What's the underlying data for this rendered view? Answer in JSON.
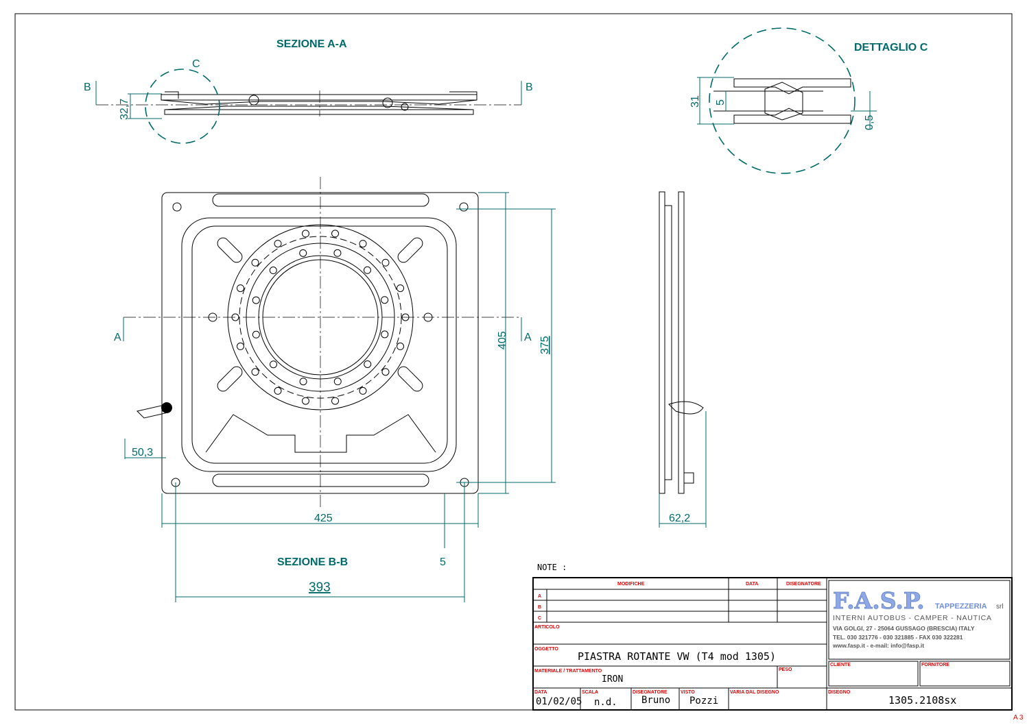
{
  "views": {
    "section_aa": "SEZIONE A-A",
    "section_bb": "SEZIONE B-B",
    "detail_c": "DETTAGLIO C"
  },
  "markers": {
    "a": "A",
    "b": "B",
    "c": "C"
  },
  "dimensions": {
    "d32_7": "32,7",
    "d31": "31",
    "d5": "5",
    "d0_5": "0,5",
    "d405": "405",
    "d375": "375",
    "d425": "425",
    "d393": "393",
    "d50_3": "50,3",
    "d5b": "5",
    "d62_2": "62,2"
  },
  "note": "NOTE :",
  "title_block": {
    "modifiche": "MODIFICHE",
    "data_h": "DATA",
    "disegnatore_h": "DISEGNATORE",
    "rows": [
      "A",
      "B",
      "C"
    ],
    "articolo": "ARTICOLO",
    "oggetto": "OGGETTO",
    "oggetto_val": "PIASTRA ROTANTE  VW (T4 mod 1305)",
    "materiale": "MATERIALE / TRATTAMENTO",
    "materiale_val": "IRON",
    "peso": "PESO",
    "data": "DATA",
    "data_val": "01/02/05",
    "scala": "SCALA",
    "scala_val": "n.d.",
    "disegnatore": "DISEGNATORE",
    "disegnatore_val": "Bruno",
    "visto": "VISTO",
    "visto_val": "Pozzi",
    "varia": "VARIA DAL DISEGNO",
    "cliente": "CLIENTE",
    "fornitore": "FORNITORE",
    "disegno": "DISEGNO",
    "disegno_val": "1305.2108sx",
    "format": "A 3"
  },
  "company": {
    "logo": "F.A.S.P.",
    "tag": "TAPPEZZERIA",
    "srl": "srl",
    "line1": "INTERNI AUTOBUS - CAMPER - NAUTICA",
    "line2": "VIA GOLGI, 27 - 25064 GUSSAGO (BRESCIA) ITALY",
    "line3": "TEL. 030 321776 - 030 321885 - FAX 030 322281",
    "line4": "www.fasp.it - e-mail: info@fasp.it"
  },
  "colors": {
    "dimension": "#006a6a",
    "label": "#e00000",
    "logo": "#7f9fe0"
  }
}
